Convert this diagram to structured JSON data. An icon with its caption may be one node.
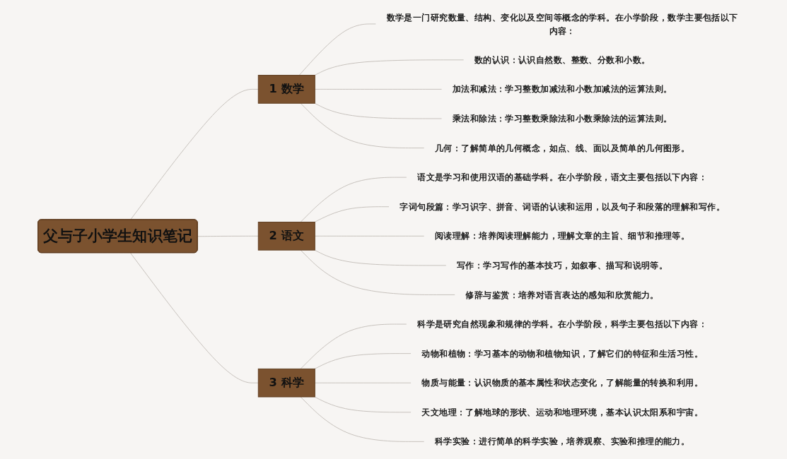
{
  "diagram": {
    "nodes": [
      {
        "text": [
          "父与子小学生知识笔记"
        ]
      },
      {
        "text": [
          "1 数学"
        ]
      },
      {
        "text": [
          "数学是一门研究数量、结构、变化以及空间等概念的学科。在小学阶段，数学主要包括以下内容："
        ]
      },
      {
        "text": [
          "数的认识：认识自然数、整数、分数和小数。"
        ]
      },
      {
        "text": [
          "加法和减法：学习整数加减法和小数加减法的运算法则。"
        ]
      },
      {
        "text": [
          "乘法和除法：学习整数乘除法和小数乘除法的运算法则。"
        ]
      },
      {
        "text": [
          "几何：了解简单的几何概念，如点、线、面以及简单的几何图形。"
        ]
      },
      {
        "text": [
          "2 语文"
        ]
      },
      {
        "text": [
          "语文是学习和使用汉语的基础学科。在小学阶段，语文主要包括以下内容："
        ]
      },
      {
        "text": [
          "字词句段篇：学习识字、拼音、词语的认读和运用，以及句子和段落的理解和写作。"
        ]
      },
      {
        "text": [
          "阅读理解：培养阅读理解能力，理解文章的主旨、细节和推理等。"
        ]
      },
      {
        "text": [
          "写作：学习写作的基本技巧，如叙事、描写和说明等。"
        ]
      },
      {
        "text": [
          "修辞与鉴赏：培养对语言表达的感知和欣赏能力。"
        ]
      },
      {
        "text": [
          "3 科学"
        ]
      },
      {
        "text": [
          "科学是研究自然现象和规律的学科。在小学阶段，科学主要包括以下内容："
        ]
      },
      {
        "text": [
          "动物和植物：学习基本的动物和植物知识，了解它们的特征和生活习性。"
        ]
      },
      {
        "text": [
          "物质与能量：认识物质的基本属性和状态变化，了解能量的转换和利用。"
        ]
      },
      {
        "text": [
          "天文地理：了解地球的形状、运动和地理环境，基本认识太阳系和宇宙。"
        ]
      },
      {
        "text": [
          "科学实验：进行简单的科学实验，培养观察、实验和推理的能力。"
        ]
      }
    ],
    "edges": [
      {
        "from": 0,
        "to": 1,
        "arrow": "none"
      },
      {
        "from": 0,
        "to": 7,
        "arrow": "none"
      },
      {
        "from": 0,
        "to": 13,
        "arrow": "none"
      },
      {
        "from": 1,
        "to": 2,
        "arrow": "none"
      },
      {
        "from": 1,
        "to": 3,
        "arrow": "none"
      },
      {
        "from": 1,
        "to": 4,
        "arrow": "none"
      },
      {
        "from": 1,
        "to": 5,
        "arrow": "none"
      },
      {
        "from": 1,
        "to": 6,
        "arrow": "none"
      },
      {
        "from": 7,
        "to": 8,
        "arrow": "none"
      },
      {
        "from": 7,
        "to": 9,
        "arrow": "none"
      },
      {
        "from": 7,
        "to": 10,
        "arrow": "none"
      },
      {
        "from": 7,
        "to": 11,
        "arrow": "none"
      },
      {
        "from": 7,
        "to": 12,
        "arrow": "none"
      },
      {
        "from": 13,
        "to": 14,
        "arrow": "none"
      },
      {
        "from": 13,
        "to": 15,
        "arrow": "none"
      },
      {
        "from": 13,
        "to": 16,
        "arrow": "none"
      },
      {
        "from": 13,
        "to": 17,
        "arrow": "none"
      },
      {
        "from": 13,
        "to": 18,
        "arrow": "none"
      }
    ]
  }
}
